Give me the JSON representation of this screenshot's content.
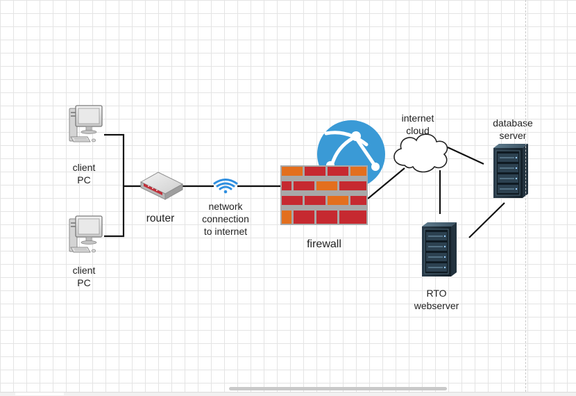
{
  "diagram": {
    "nodes": {
      "client_pc_1": {
        "line1": "client",
        "line2": "PC",
        "icon": "desktop-computer-icon"
      },
      "client_pc_2": {
        "line1": "client",
        "line2": "PC",
        "icon": "desktop-computer-icon"
      },
      "router": {
        "label": "router",
        "icon": "router-icon"
      },
      "network_connection": {
        "line1": "network",
        "line2": "connection",
        "line3": "to internet",
        "icon": "wifi-icon"
      },
      "firewall": {
        "label": "firewall",
        "icon": "brick-wall-icon"
      },
      "globe": {
        "icon": "globe-icon"
      },
      "internet_cloud": {
        "line1": "internet",
        "line2": "cloud",
        "icon": "cloud-icon"
      },
      "database_server": {
        "line1": "database",
        "line2": "server",
        "icon": "server-rack-icon"
      },
      "rto_webserver": {
        "line1": "RTO",
        "line2": "webserver",
        "icon": "server-rack-icon"
      }
    },
    "connections": [
      {
        "from": "client_pc_1",
        "to": "router"
      },
      {
        "from": "client_pc_2",
        "to": "router"
      },
      {
        "from": "router",
        "to": "network_connection"
      },
      {
        "from": "network_connection",
        "to": "firewall"
      },
      {
        "from": "firewall",
        "to": "internet_cloud"
      },
      {
        "from": "internet_cloud",
        "to": "database_server"
      },
      {
        "from": "internet_cloud",
        "to": "rto_webserver"
      },
      {
        "from": "rto_webserver",
        "to": "database_server"
      }
    ],
    "colors": {
      "brick_red": "#c62930",
      "brick_orange": "#e36f1e",
      "mortar": "#a8a8a8",
      "globe_blue": "#3a9ad6",
      "wifi_blue": "#2f8fe0",
      "server_dark": "#1b2a35",
      "router_red": "#c0303a"
    }
  }
}
